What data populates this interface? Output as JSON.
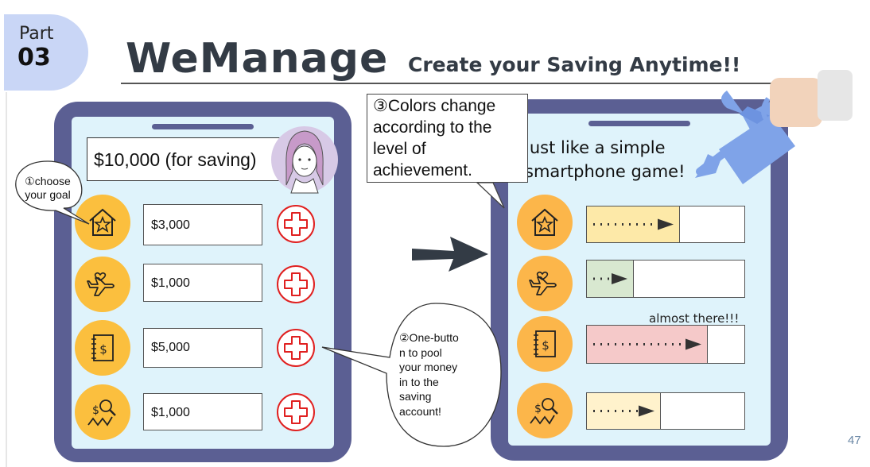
{
  "header": {
    "part_label": "Part",
    "part_number": "03",
    "title": "WeManage",
    "subtitle": "Create your Saving Anytime!!"
  },
  "left_phone": {
    "goal_text": "$10,000 (for saving)",
    "rows": [
      {
        "icon": "house-star-icon",
        "amount": "$3,000"
      },
      {
        "icon": "airplane-heart-icon",
        "amount": "$1,000"
      },
      {
        "icon": "notebook-dollar-icon",
        "amount": "$5,000"
      },
      {
        "icon": "search-dollar-icon",
        "amount": "$1,000"
      }
    ]
  },
  "right_phone": {
    "text_line1": "just like a simple",
    "text_line2": "smartphone game!",
    "almost_label": "almost there!!!",
    "rows": [
      {
        "icon": "house-star-icon",
        "progress": 0.59,
        "color": "#fde9a8"
      },
      {
        "icon": "airplane-heart-icon",
        "progress": 0.3,
        "color": "#d8e8d0"
      },
      {
        "icon": "notebook-dollar-icon",
        "progress": 0.77,
        "color": "#f5c9c9"
      },
      {
        "icon": "search-dollar-icon",
        "progress": 0.47,
        "color": "#fff2cc"
      }
    ]
  },
  "callouts": {
    "choose_goal": [
      "①choose",
      "your goal"
    ],
    "one_button": [
      "②One-butto",
      "n to pool",
      "your money",
      "in to the",
      "saving",
      "account!"
    ],
    "colors_change": [
      "③Colors change",
      "according to the",
      "level of",
      "achievement."
    ]
  },
  "page_number": "47",
  "colors": {
    "phone_frame": "#5b5f93",
    "screen": "#dff3fb",
    "icon_circle": "#fbbf3e",
    "plus_red": "#e02020",
    "arrow": "#333b45"
  }
}
